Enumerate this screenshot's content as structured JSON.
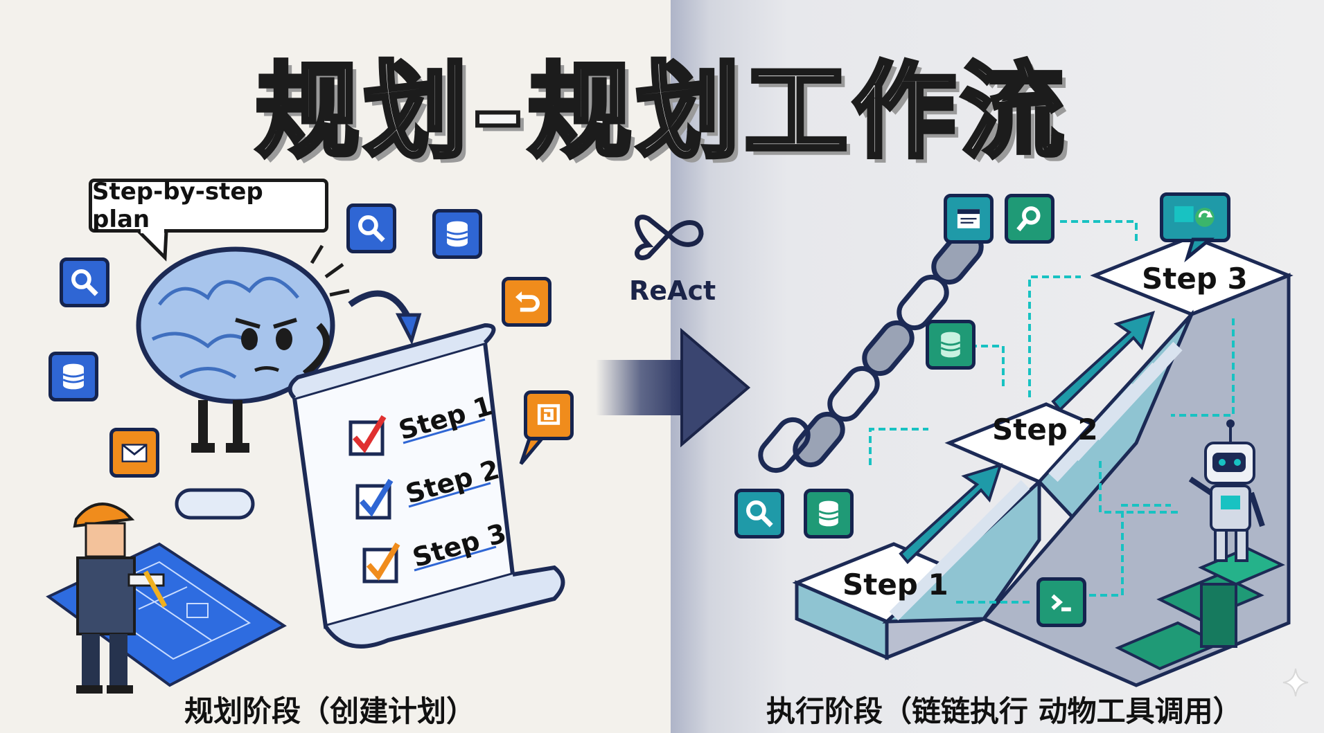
{
  "title": "规划–规划工作流",
  "left_panel": {
    "speech_bubble": "Step-by-step plan",
    "checklist": [
      "Step 1",
      "Step 2",
      "Step 3"
    ],
    "caption": "规划阶段（创建计划）"
  },
  "center": {
    "react_label": "ReAct"
  },
  "right_panel": {
    "stairs": [
      "Step 1",
      "Step 2",
      "Step 3"
    ],
    "caption": "执行阶段（链链执行 动物工具调用）"
  },
  "colors": {
    "tile_blue": "#2f66d4",
    "tile_orange": "#f08c1c",
    "tile_teal": "#1f9aa8",
    "tile_green": "#1f9a76",
    "check_red": "#e03030",
    "check_blue": "#2f66d4",
    "check_orange": "#f08c1c"
  },
  "icons": {
    "left": [
      "search-icon",
      "database-icon",
      "search-icon",
      "database-icon",
      "undo-icon",
      "mail-icon",
      "swap-chat-icon"
    ],
    "right": [
      "browser-window-icon",
      "search-icon",
      "chat-refresh-icon",
      "database-icon",
      "search-icon",
      "database-icon",
      "terminal-icon"
    ]
  }
}
